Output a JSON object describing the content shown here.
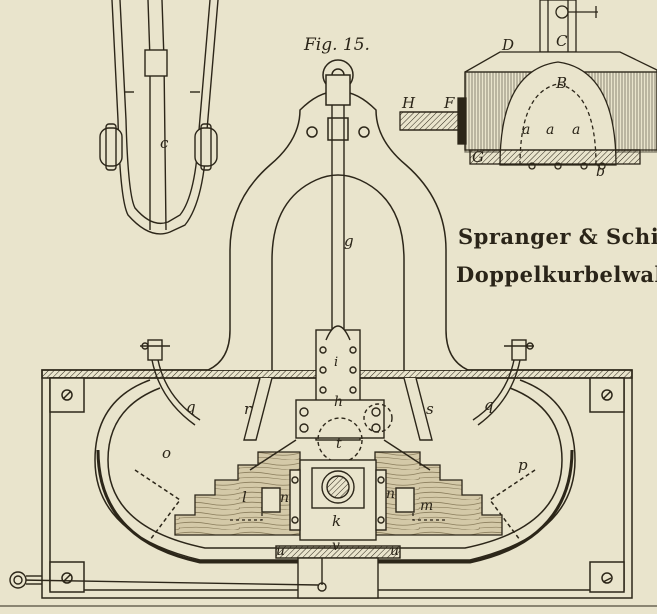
{
  "figure_label": "Fig. 15.",
  "title_lines": [
    "Spranger & Schi",
    "Doppelkurbelwal"
  ],
  "part_labels": {
    "D": "D",
    "C": "C",
    "B": "B",
    "H": "H",
    "F": "F",
    "G": "G",
    "a": "a",
    "b": "b",
    "c": "c",
    "g": "g",
    "i": "i",
    "h": "h",
    "q": "q",
    "r": "r",
    "s": "s",
    "t": "t",
    "o": "o",
    "p": "p",
    "l": "l",
    "m": "m",
    "n": "n",
    "k": "k",
    "u": "u",
    "v": "v"
  },
  "colors": {
    "paper": "#e9e4cc",
    "ink": "#2c2619",
    "wood": "#cfc4a2"
  }
}
